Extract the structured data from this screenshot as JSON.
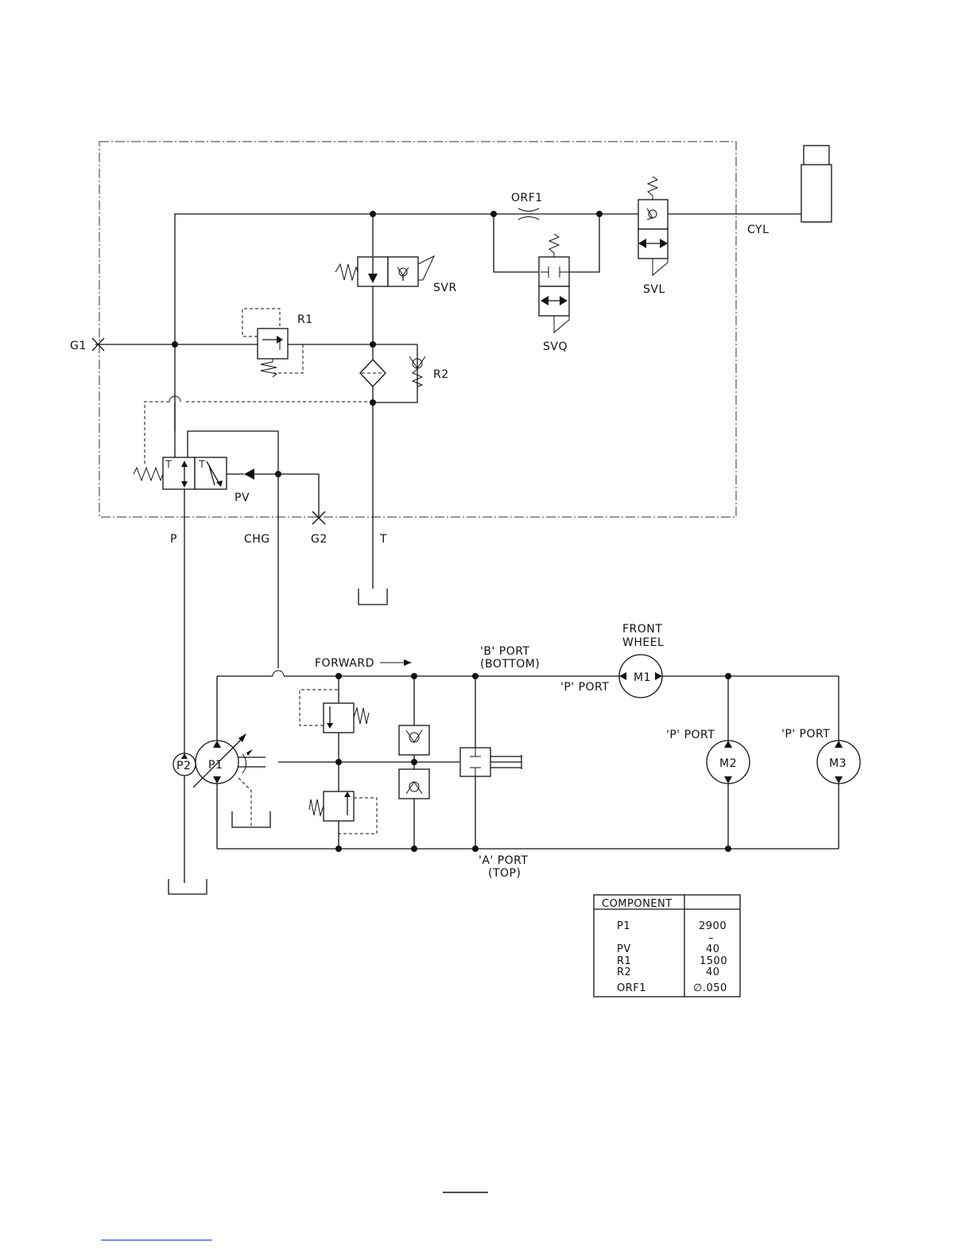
{
  "labels": {
    "orf1": "ORF1",
    "cyl": "CYL",
    "svr": "SVR",
    "svl": "SVL",
    "svq": "SVQ",
    "r1": "R1",
    "r2": "R2",
    "g1": "G1",
    "pv": "PV",
    "p": "P",
    "chg": "CHG",
    "g2": "G2",
    "t": "T",
    "forward": "FORWARD",
    "b_port": "'B' PORT",
    "b_port_sub": "(BOTTOM)",
    "a_port": "'A' PORT",
    "a_port_sub": "(TOP)",
    "front_wheel_1": "FRONT",
    "front_wheel_2": "WHEEL",
    "p_port_m1": "'P' PORT",
    "p_port_m2": "'P' PORT",
    "p_port_m3": "'P' PORT",
    "m1": "M1",
    "m2": "M2",
    "m3": "M3",
    "p1": "P1",
    "p2": "P2"
  },
  "table": {
    "header_component": "COMPONENT",
    "header_value": "",
    "rows": [
      {
        "component": "P1",
        "value": "2900"
      },
      {
        "component": "",
        "value": "–"
      },
      {
        "component": "PV",
        "value": "40"
      },
      {
        "component": "R1",
        "value": "1500"
      },
      {
        "component": "R2",
        "value": "40"
      },
      {
        "component": "ORF1",
        "value": "∅.050"
      }
    ]
  }
}
